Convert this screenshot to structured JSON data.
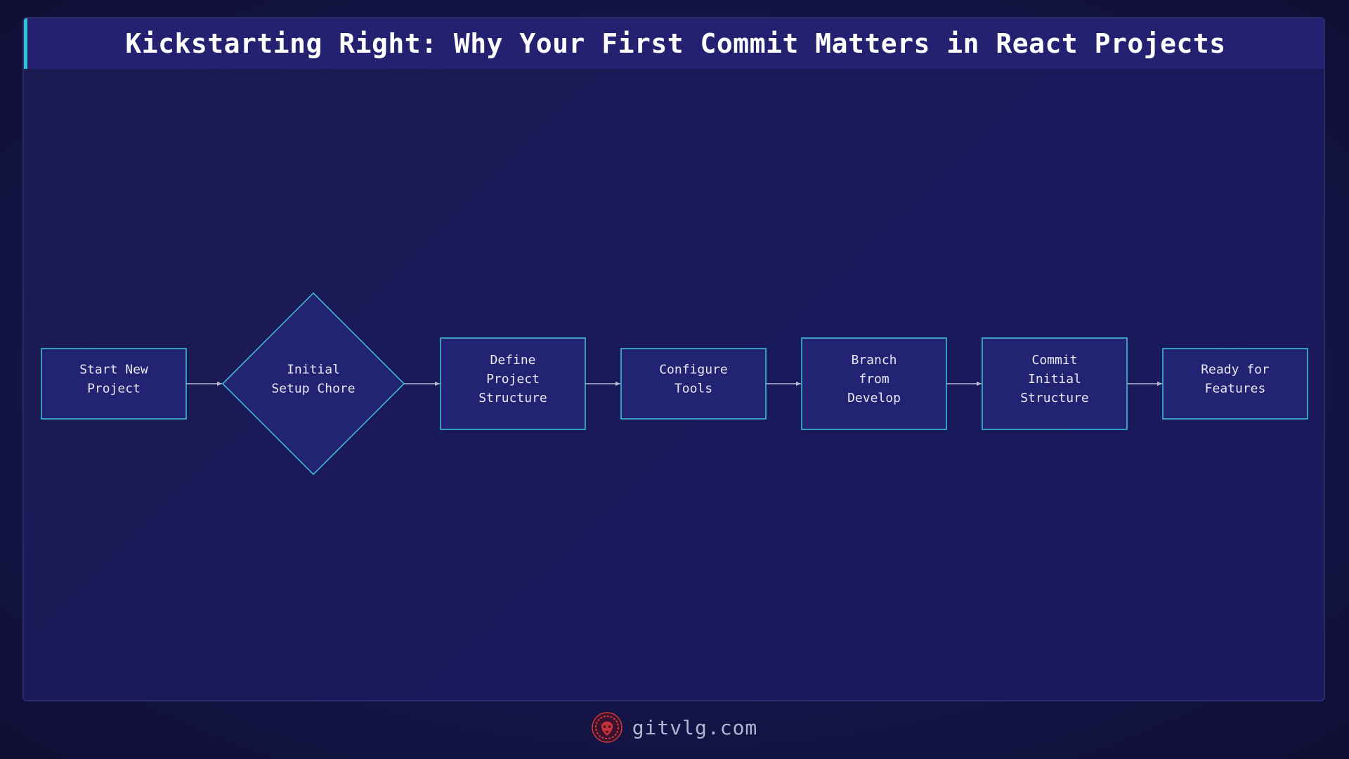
{
  "header": {
    "title": "Kickstarting Right: Why Your First Commit Matters in React Projects"
  },
  "diagram": {
    "nodes": [
      {
        "id": "start",
        "shape": "rect",
        "lines": [
          "Start New",
          "Project"
        ]
      },
      {
        "id": "chore",
        "shape": "diamond",
        "lines": [
          "Initial",
          "Setup Chore"
        ]
      },
      {
        "id": "define",
        "shape": "rect",
        "lines": [
          "Define",
          "Project",
          "Structure"
        ]
      },
      {
        "id": "configure",
        "shape": "rect",
        "lines": [
          "Configure",
          "Tools"
        ]
      },
      {
        "id": "branch",
        "shape": "rect",
        "lines": [
          "Branch",
          "from",
          "Develop"
        ]
      },
      {
        "id": "commit",
        "shape": "rect",
        "lines": [
          "Commit",
          "Initial",
          "Structure"
        ]
      },
      {
        "id": "ready",
        "shape": "rect",
        "lines": [
          "Ready for",
          "Features"
        ]
      }
    ],
    "edges": [
      [
        "start",
        "chore"
      ],
      [
        "chore",
        "define"
      ],
      [
        "define",
        "configure"
      ],
      [
        "configure",
        "branch"
      ],
      [
        "branch",
        "commit"
      ],
      [
        "commit",
        "ready"
      ]
    ],
    "colors": {
      "node_fill": "#232373",
      "node_border": "#3ec6dc",
      "edge": "#b9bbd6",
      "text": "#e8e8f4"
    }
  },
  "footer": {
    "site": "gitvlg.com",
    "logo_icon": "lion-head-icon"
  }
}
